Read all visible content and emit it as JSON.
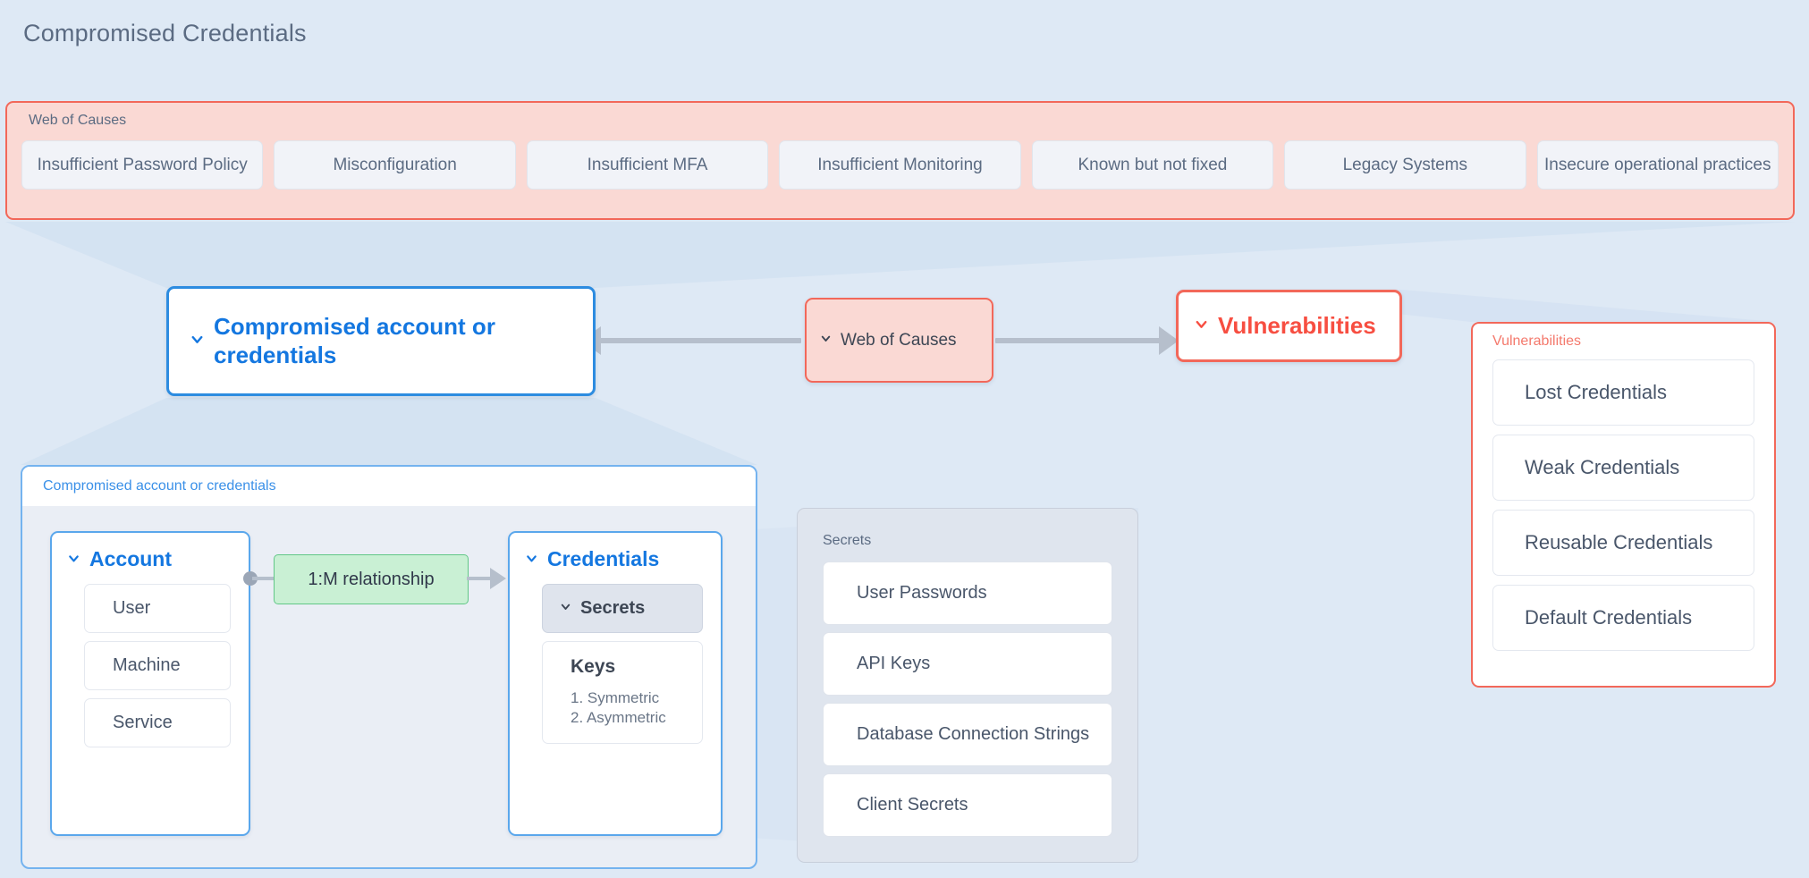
{
  "page": {
    "title": "Compromised Credentials",
    "background_color": "#dee9f5"
  },
  "causes_panel": {
    "label": "Web of Causes",
    "border_color": "#f2685a",
    "background_color": "#fad9d4",
    "chips": [
      {
        "label": "Insufficient Password Policy"
      },
      {
        "label": "Misconfiguration"
      },
      {
        "label": "Insufficient MFA"
      },
      {
        "label": "Insufficient Monitoring"
      },
      {
        "label": "Known but not fixed"
      },
      {
        "label": "Legacy Systems"
      },
      {
        "label": "Insecure operational practices"
      }
    ]
  },
  "nodes": {
    "compromised": {
      "label": "Compromised account or credentials",
      "chevron": "chevron-down-icon",
      "accent_color": "#1477e0"
    },
    "web_of_causes": {
      "label": "Web of Causes",
      "chevron": "chevron-down-icon",
      "accent_color": "#f2685a"
    },
    "vulnerabilities": {
      "label": "Vulnerabilities",
      "chevron": "chevron-down-icon",
      "accent_color": "#f74e41"
    }
  },
  "vulnerabilities_panel": {
    "label": "Vulnerabilities",
    "border_color": "#f2685a",
    "items": [
      {
        "label": "Lost Credentials"
      },
      {
        "label": "Weak Credentials"
      },
      {
        "label": "Reusable Credentials"
      },
      {
        "label": "Default Credentials"
      }
    ]
  },
  "compromised_panel": {
    "label": "Compromised account or credentials",
    "border_color": "#74b3ef",
    "account": {
      "label": "Account",
      "chevron": "chevron-down-icon",
      "items": [
        {
          "label": "User"
        },
        {
          "label": "Machine"
        },
        {
          "label": "Service"
        }
      ]
    },
    "relationship": {
      "label": "1:M relationship",
      "background_color": "#c9f0d4",
      "border_color": "#62c787"
    },
    "credentials": {
      "label": "Credentials",
      "chevron": "chevron-down-icon",
      "secrets": {
        "label": "Secrets",
        "chevron": "chevron-down-icon",
        "selected": "true"
      },
      "keys": {
        "title": "Keys",
        "items": [
          {
            "label": "1. Symmetric"
          },
          {
            "label": "2. Asymmetric"
          }
        ]
      }
    }
  },
  "secrets_panel": {
    "label": "Secrets",
    "background_color": "#dfe5ee",
    "items": [
      {
        "label": "User Passwords"
      },
      {
        "label": "API Keys"
      },
      {
        "label": "Database Connection Strings"
      },
      {
        "label": "Client Secrets"
      }
    ]
  }
}
